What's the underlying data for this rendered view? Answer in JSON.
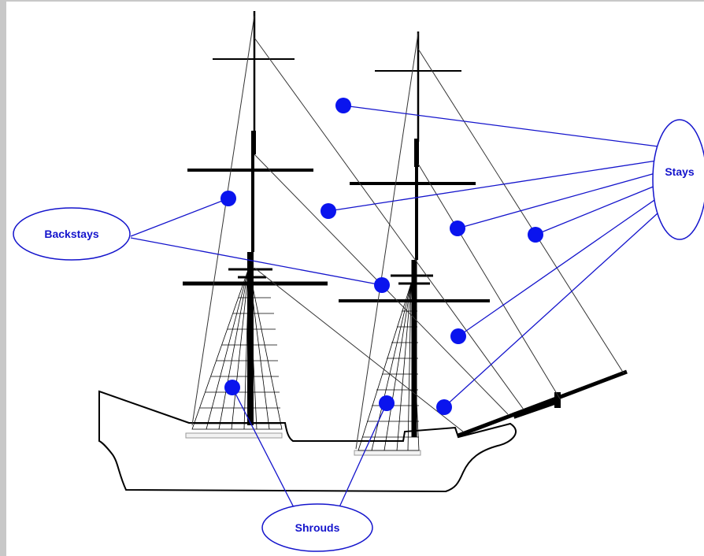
{
  "diagram": {
    "callouts": {
      "backstays": "Backstays",
      "stays": "Stays",
      "shrouds": "Shrouds"
    },
    "colors": {
      "callout_blue": "#1414cc",
      "dot_blue": "#0a14ee",
      "ship_black": "#000000",
      "rigging_gray": "#333333"
    }
  }
}
